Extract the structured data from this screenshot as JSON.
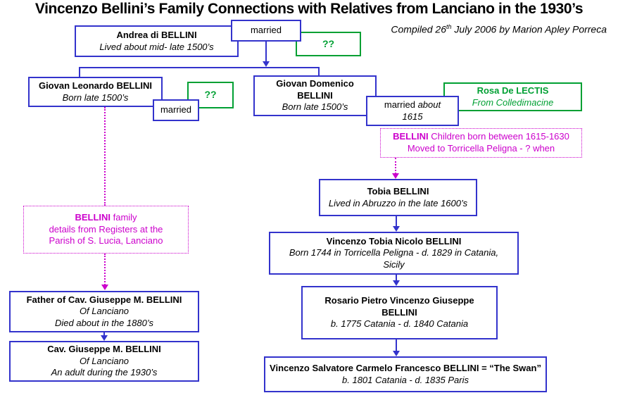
{
  "header": {
    "title": "Vincenzo Bellini’s Family Connections with Relatives from Lanciano in the 1930’s",
    "compiled_prefix": "Compiled 26",
    "compiled_sup": "th",
    "compiled_suffix": " July 2006 by Marion Apley Porreca"
  },
  "nodes": {
    "andrea": {
      "name": "Andrea di BELLINI",
      "detail": "Lived about mid- late 1500’s"
    },
    "leonardo": {
      "name": "Giovan Leonardo BELLINI",
      "detail": "Born late 1500’s"
    },
    "domenico": {
      "name1": "Giovan Domenico",
      "name2": "BELLINI",
      "detail": "Born late 1500’s"
    },
    "rosa": {
      "name": "Rosa De LECTIS",
      "detail": "From Colledimacine"
    },
    "tobia": {
      "name": "Tobia BELLINI",
      "detail": "Lived in Abruzzo in the late 1600’s"
    },
    "vincenzo_tobia": {
      "name": "Vincenzo Tobia Nicolo  BELLINI",
      "detail": "Born 1744 in Torricella Peligna - d. 1829 in Catania, Sicily"
    },
    "rosario": {
      "name1": "Rosario Pietro Vincenzo Giuseppe",
      "name2": "BELLINI",
      "detail": "b. 1775 Catania - d. 1840 Catania"
    },
    "swan": {
      "name": "Vincenzo Salvatore Carmelo Francesco  BELLINI = “The Swan”",
      "detail": "b. 1801 Catania - d. 1835 Paris"
    },
    "father": {
      "name": "Father of Cav. Giuseppe M. BELLINI",
      "detail1": "Of Lanciano",
      "detail2": "Died about in the 1880’s"
    },
    "cav": {
      "name": "Cav. Giuseppe M. BELLINI",
      "detail1": "Of Lanciano",
      "detail2": "An adult during the 1930’s"
    }
  },
  "marriages": {
    "m1": {
      "label": "married"
    },
    "m2": {
      "label": "married"
    },
    "m3": {
      "word1": "married",
      "word2": "about",
      "line2": "1615"
    }
  },
  "unknowns": {
    "q1": "??",
    "q2": "??"
  },
  "notes": {
    "children": {
      "bold": "BELLINI",
      "rest": " Children born between 1615-1630",
      "line2": "Moved to Torricella Peligna - ? when"
    },
    "family": {
      "bold": "BELLINI",
      "rest": " family",
      "line2": "details from Registers at the",
      "line3": "Parish of S. Lucia, Lanciano"
    }
  },
  "colors": {
    "box_blue": "#3333cc",
    "green": "#00a033",
    "magenta": "#cc00cc",
    "text": "#000000"
  }
}
